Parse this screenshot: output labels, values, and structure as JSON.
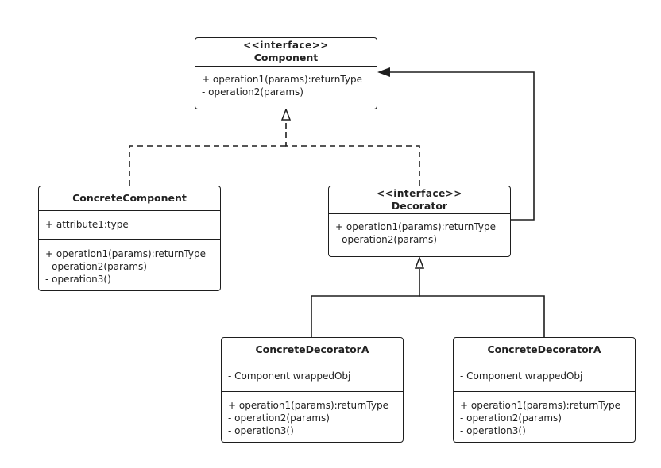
{
  "classes": {
    "component": {
      "stereotype": "<<interface>>",
      "name": "Component",
      "methods": [
        "+ operation1(params):returnType",
        "- operation2(params)"
      ]
    },
    "concrete_component": {
      "name": "ConcreteComponent",
      "attributes": [
        "+ attribute1:type"
      ],
      "methods": [
        "+ operation1(params):returnType",
        "- operation2(params)",
        "- operation3()"
      ]
    },
    "decorator": {
      "stereotype": "<<interface>>",
      "name": "Decorator",
      "methods": [
        "+ operation1(params):returnType",
        "- operation2(params)"
      ]
    },
    "concrete_decorator_a1": {
      "name": "ConcreteDecoratorA",
      "attributes": [
        "- Component wrappedObj"
      ],
      "methods": [
        "+ operation1(params):returnType",
        "- operation2(params)",
        "- operation3()"
      ]
    },
    "concrete_decorator_a2": {
      "name": "ConcreteDecoratorA",
      "attributes": [
        "- Component wrappedObj"
      ],
      "methods": [
        "+ operation1(params):returnType",
        "- operation2(params)",
        "- operation3()"
      ]
    }
  },
  "relations": [
    {
      "from": "concrete_component",
      "to": "component",
      "kind": "realization"
    },
    {
      "from": "decorator",
      "to": "component",
      "kind": "realization"
    },
    {
      "from": "decorator",
      "to": "component",
      "kind": "association"
    },
    {
      "from": "concrete_decorator_a1",
      "to": "decorator",
      "kind": "generalization"
    },
    {
      "from": "concrete_decorator_a2",
      "to": "decorator",
      "kind": "generalization"
    }
  ]
}
